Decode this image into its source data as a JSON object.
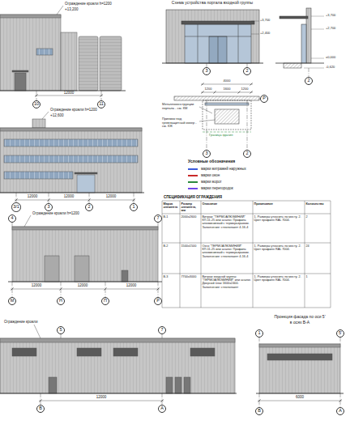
{
  "diagram": {
    "nodes": [
      {
        "text": [
          "10"
        ]
      },
      {
        "text": [
          "11"
        ]
      },
      {
        "text": [
          "3/1"
        ]
      },
      {
        "text": [
          "3"
        ]
      },
      {
        "text": [
          "2"
        ]
      },
      {
        "text": [
          "1"
        ]
      },
      {
        "text": [
          "4"
        ]
      },
      {
        "text": [
          "7"
        ]
      },
      {
        "text": [
          "М"
        ]
      },
      {
        "text": [
          "Н"
        ]
      },
      {
        "text": [
          "П"
        ]
      },
      {
        "text": [
          "Р"
        ]
      },
      {
        "text": [
          "5"
        ]
      },
      {
        "text": [
          "7"
        ]
      },
      {
        "text": [
          "В"
        ]
      },
      {
        "text": [
          "А"
        ]
      },
      {
        "text": [
          "1"
        ]
      },
      {
        "text": [
          "5'"
        ]
      },
      {
        "text": [
          "В"
        ]
      },
      {
        "text": [
          "А"
        ]
      },
      {
        "text": [
          "3"
        ]
      },
      {
        "text": [
          "2"
        ]
      },
      {
        "text": [
          "2"
        ]
      },
      {
        "text": [
          "Р"
        ]
      },
      {
        "text": [
          "3"
        ]
      },
      {
        "text": [
          "2"
        ]
      }
    ],
    "labels": [
      "Ограждение кровли h=1200",
      "+13,200",
      "12000",
      "Ограждение кровли h=1200",
      "+12,600",
      "12000",
      "12000",
      "12000",
      "Ограждение кровли h=1200",
      "12000",
      "12000",
      "12000",
      "Ограждение кровли",
      "12000",
      "6000",
      "Проекция фасада по оси 5'",
      "в осях В-А",
      "Схема устройства портала входной группы",
      "+3,700",
      "+2,400",
      "+3,700",
      "+2,700",
      "±0,000",
      "-0,620",
      "4000",
      "1200",
      "1600",
      "1200",
      "Металлоконструкции портала - см. КМ",
      "Приямок под грязезащитный ковер - см. КЖ",
      "Граница здания",
      "Условные обозначения",
      "СПЕЦИФИКАЦИЯ ОГРАЖДЕНИЯ",
      "Марка элемента",
      "Размер элемента, мм",
      "Описание",
      "Примечание",
      "Количество",
      "В-1",
      "2000х2600",
      "Витраж \"ТЕРМОАЛЮМИНИЙ\" КП-11-25 или аналог. Профиль алюминиевый с терморазрывом. Заполнение: стеклопакет 4-16-4",
      "1. Размеры уточнить по месту. 2. Цвет профиля RAL 7004.",
      "2",
      "В-2",
      "1500х1500",
      "Окно \"ТЕРМОАЛЮМИНИЙ\" КП-11-25 или аналог. Профиль алюминиевый с терморазрывом. Заполнение: стеклопакет 4-16-4",
      "1. Размеры уточнить по месту. 2. Цвет профиля RAL 7004.",
      "24",
      "В-3",
      "7700х3000",
      "Витраж входной группы \"ТЕРМОАЛЮМИНИЙ\" или аналог. Дверной блок 1600х2400. Заполнение: стеклопакет",
      "1. Размеры уточнить по месту. 2. Цвет профиля RAL 7004.",
      "1"
    ],
    "legend": [
      {
        "text": "марки витражей наружных",
        "color": "#3b5bdb"
      },
      {
        "text": "марки окон",
        "color": "#c92a2a"
      },
      {
        "text": "марки ворот",
        "color": "#2b8a3e"
      },
      {
        "text": "марки перегородок",
        "color": "#7048e8"
      }
    ]
  }
}
